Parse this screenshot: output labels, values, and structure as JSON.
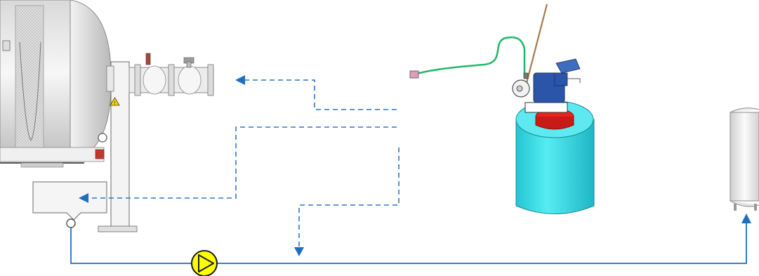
{
  "diagram": {
    "components": [
      {
        "id": "horizontal-tank",
        "icon": "cylindrical-tank-icon"
      },
      {
        "id": "valve-assembly",
        "icon": "flanged-valve-icon"
      },
      {
        "id": "drip-tray",
        "icon": "drip-tray-icon"
      },
      {
        "id": "circulation-pump",
        "icon": "pump-symbol-icon"
      },
      {
        "id": "dosing-tank",
        "icon": "dosing-tank-with-pump-icon"
      },
      {
        "id": "vertical-vessel",
        "icon": "vertical-vessel-icon"
      }
    ],
    "flows": [
      {
        "id": "flow-to-valve",
        "style": "dashed",
        "to": "valve-assembly"
      },
      {
        "id": "flow-to-tray",
        "style": "dashed",
        "to": "drip-tray"
      },
      {
        "id": "flow-to-pipe",
        "style": "dashed",
        "to": "circulation-pipe"
      },
      {
        "id": "circulation-pipe",
        "style": "solid",
        "from": "drip-tray",
        "via": "circulation-pump",
        "to": "vertical-vessel"
      }
    ]
  },
  "colors": {
    "flow_line": "#2f76c6",
    "pipe_line": "#1f6fc0",
    "pump_fill": "#ffff00",
    "dosing_tank": "#3fe0e8",
    "dosing_lid": "#e8231f",
    "pump_head": "#2a55a8",
    "hose": "#1fb86a",
    "steel": "#e6e6e6"
  }
}
